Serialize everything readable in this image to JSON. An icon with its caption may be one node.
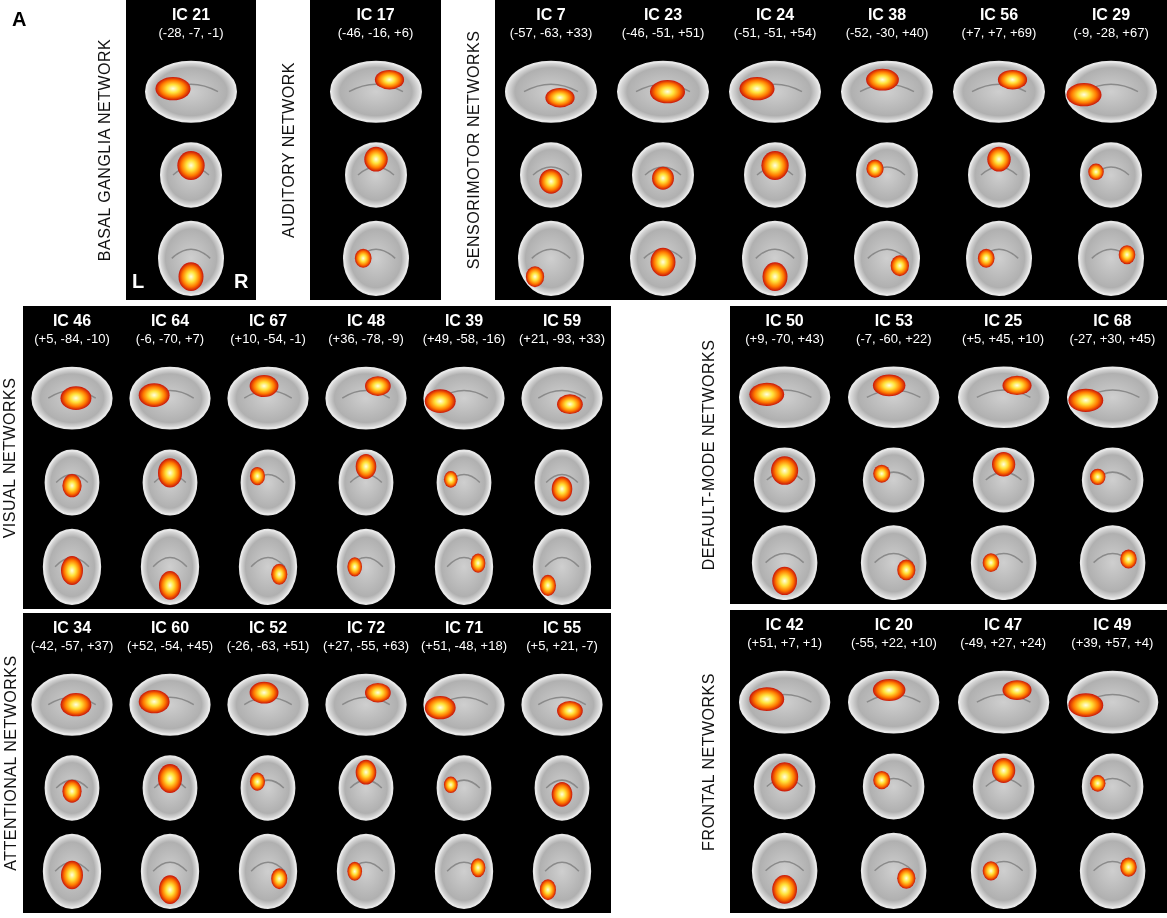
{
  "diagram": {
    "nodes": [
      {
        "text": [
          "BASAL GANGLIA NETWORK"
        ]
      },
      {
        "text": [
          "IC 21",
          "(-28, -7, -1)"
        ],
        "in": 0
      },
      {
        "text": [
          "AUDITORY NETWORK"
        ]
      },
      {
        "text": [
          "IC 17",
          "(-46, -16, +6)"
        ],
        "in": 2
      },
      {
        "text": [
          "SENSORIMOTOR NETWORKS"
        ]
      },
      {
        "text": [
          "IC 7",
          "(-57, -63, +33)"
        ],
        "in": 4
      },
      {
        "text": [
          "IC 23",
          "(-46, -51, +51)"
        ],
        "in": 4
      },
      {
        "text": [
          "IC 24",
          "(-51, -51, +54)"
        ],
        "in": 4
      },
      {
        "text": [
          "IC 38",
          "(-52, -30, +40)"
        ],
        "in": 4
      },
      {
        "text": [
          "IC 56",
          "(+7, +7, +69)"
        ],
        "in": 4
      },
      {
        "text": [
          "IC 29",
          "(-9, -28, +67)"
        ],
        "in": 4
      },
      {
        "text": [
          "VISUAL NETWORKS"
        ]
      },
      {
        "text": [
          "IC 46",
          "(+5, -84, -10)"
        ],
        "in": 11
      },
      {
        "text": [
          "IC 64",
          "(-6, -70, +7)"
        ],
        "in": 11
      },
      {
        "text": [
          "IC 67",
          "(+10, -54, -1)"
        ],
        "in": 11
      },
      {
        "text": [
          "IC 48",
          "(+36, -78, -9)"
        ],
        "in": 11
      },
      {
        "text": [
          "IC 39",
          "(+49, -58, -16)"
        ],
        "in": 11
      },
      {
        "text": [
          "IC 59",
          "(+21, -93, +33)"
        ],
        "in": 11
      },
      {
        "text": [
          "DEFAULT-MODE NETWORKS"
        ]
      },
      {
        "text": [
          "IC 50",
          "(+9, -70, +43)"
        ],
        "in": 18
      },
      {
        "text": [
          "IC 53",
          "(-7, -60, +22)"
        ],
        "in": 18
      },
      {
        "text": [
          "IC 25",
          "(+5, +45, +10)"
        ],
        "in": 18
      },
      {
        "text": [
          "IC 68",
          "(-27, +30, +45)"
        ],
        "in": 18
      },
      {
        "text": [
          "ATTENTIONAL NETWORKS"
        ]
      },
      {
        "text": [
          "IC 34",
          "(-42, -57, +37)"
        ],
        "in": 23
      },
      {
        "text": [
          "IC 60",
          "(+52, -54, +45)"
        ],
        "in": 23
      },
      {
        "text": [
          "IC 52",
          "(-26, -63, +51)"
        ],
        "in": 23
      },
      {
        "text": [
          "IC 72",
          "(+27, -55, +63)"
        ],
        "in": 23
      },
      {
        "text": [
          "IC 71",
          "(+51, -48, +18)"
        ],
        "in": 23
      },
      {
        "text": [
          "IC 55",
          "(+5, +21, -7)"
        ],
        "in": 23
      },
      {
        "text": [
          "FRONTAL NETWORKS"
        ]
      },
      {
        "text": [
          "IC 42",
          "(+51, +7, +1)"
        ],
        "in": 30
      },
      {
        "text": [
          "IC 20",
          "(-55, +22, +10)"
        ],
        "in": 30
      },
      {
        "text": [
          "IC 47",
          "(-49, +27, +24)"
        ],
        "in": 30
      },
      {
        "text": [
          "IC 49",
          "(+39, +57, +4)"
        ],
        "in": 30
      }
    ],
    "edges": [],
    "labels": [
      "A",
      "L",
      "R"
    ]
  }
}
